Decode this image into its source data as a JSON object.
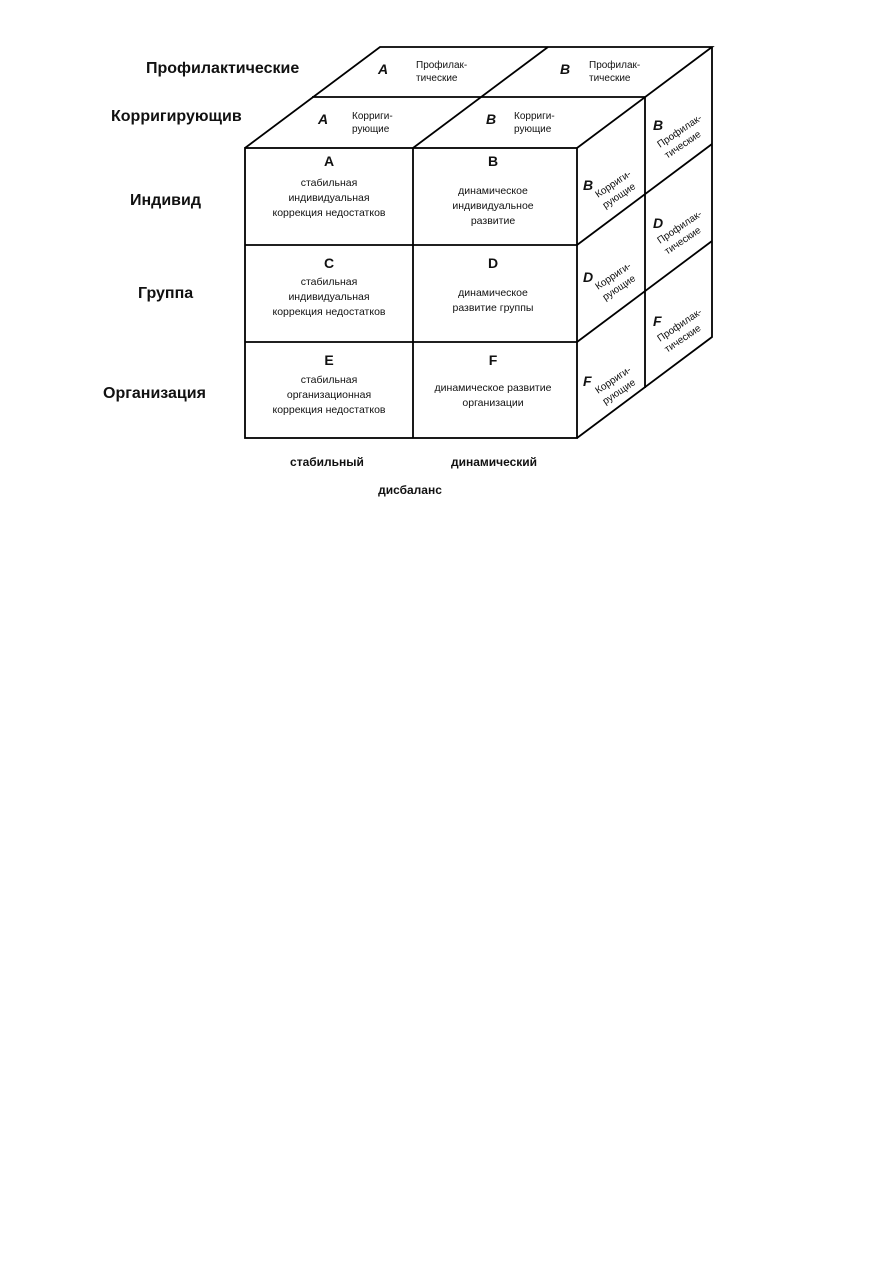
{
  "row_labels": {
    "preventive": "Профилактические",
    "corrective": "Корригирующив",
    "individual": "Индивид",
    "group": "Группа",
    "organization": "Организация"
  },
  "front_cells": {
    "a": {
      "letter": "A",
      "lines": [
        "стабильная",
        "индивидуальная",
        "коррекция недостатков"
      ]
    },
    "b": {
      "letter": "B",
      "lines": [
        "динамическое",
        "индивидуальное",
        "развитие"
      ]
    },
    "c": {
      "letter": "C",
      "lines": [
        "стабильная",
        "индивидуальная",
        "коррекция недостатков"
      ]
    },
    "d": {
      "letter": "D",
      "lines": [
        "динамическое",
        "развитие группы"
      ]
    },
    "e": {
      "letter": "E",
      "lines": [
        "стабильная",
        "организационная",
        "коррекция недостатков"
      ]
    },
    "f": {
      "letter": "F",
      "lines": [
        "динамическое развитие",
        "организации"
      ]
    }
  },
  "top_cells": {
    "back_a": {
      "letter": "A",
      "lines": [
        "Профилак-",
        "тические"
      ]
    },
    "back_b": {
      "letter": "B",
      "lines": [
        "Профилак-",
        "тические"
      ]
    },
    "front_a": {
      "letter": "A",
      "lines": [
        "Корриги-",
        "рующие"
      ]
    },
    "front_b": {
      "letter": "B",
      "lines": [
        "Корриги-",
        "рующие"
      ]
    }
  },
  "side_cells": {
    "b_corr": {
      "letter": "B",
      "lines": [
        "Корриги-",
        "рующие"
      ]
    },
    "b_prev": {
      "letter": "B",
      "lines": [
        "Профилак-",
        "тические"
      ]
    },
    "d_corr": {
      "letter": "D",
      "lines": [
        "Корриги-",
        "рующие"
      ]
    },
    "d_prev": {
      "letter": "D",
      "lines": [
        "Профилак-",
        "тические"
      ]
    },
    "f_corr": {
      "letter": "F",
      "lines": [
        "Корриги-",
        "рующие"
      ]
    },
    "f_prev": {
      "letter": "F",
      "lines": [
        "Профилак-",
        "тические"
      ]
    }
  },
  "axis": {
    "stable": "стабильный",
    "dynamic": "динамический",
    "imbalance": "дисбаланс"
  }
}
